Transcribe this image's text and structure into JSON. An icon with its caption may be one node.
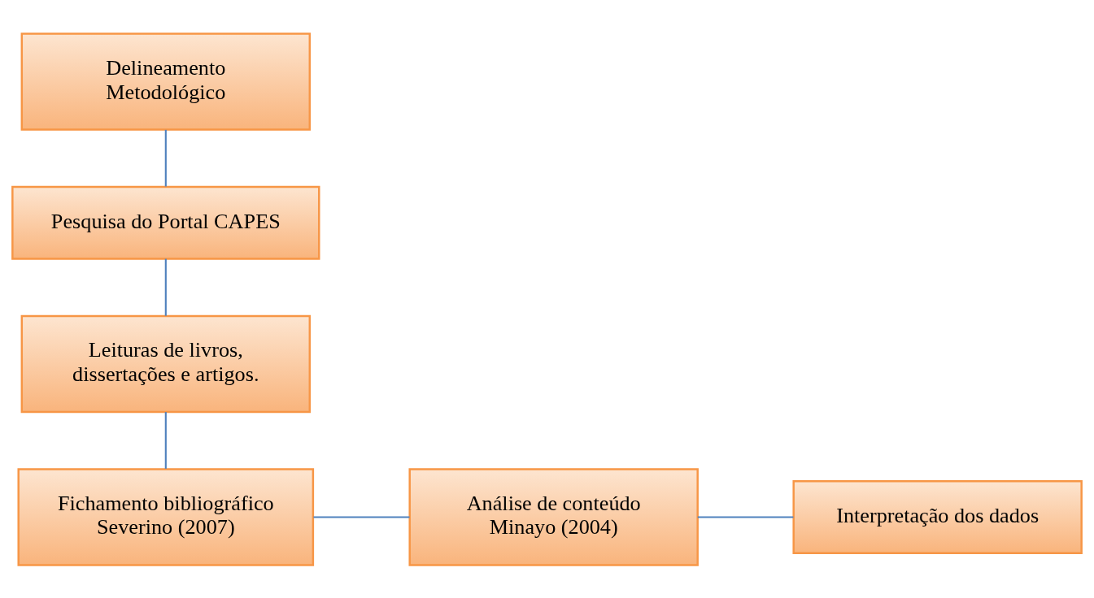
{
  "diagram": {
    "nodes": [
      {
        "text": [
          "Delineamento Metodológico"
        ]
      },
      {
        "text": [
          "Pesquisa do Portal CAPES"
        ]
      },
      {
        "text": [
          "Leituras de livros, dissertações e artigos."
        ]
      },
      {
        "text": [
          "Fichamento bibliográfico Severino (2007)"
        ]
      },
      {
        "text": [
          "Análise de conteúdo Minayo (2004)"
        ]
      },
      {
        "text": [
          "Interpretação dos dados"
        ]
      }
    ],
    "edges": [
      {
        "from": 0,
        "to": 1,
        "arrow": "none"
      },
      {
        "from": 1,
        "to": 2,
        "arrow": "none"
      },
      {
        "from": 2,
        "to": 3,
        "arrow": "none"
      },
      {
        "from": 3,
        "to": 4,
        "arrow": "none"
      },
      {
        "from": 4,
        "to": 5,
        "arrow": "none"
      }
    ]
  }
}
